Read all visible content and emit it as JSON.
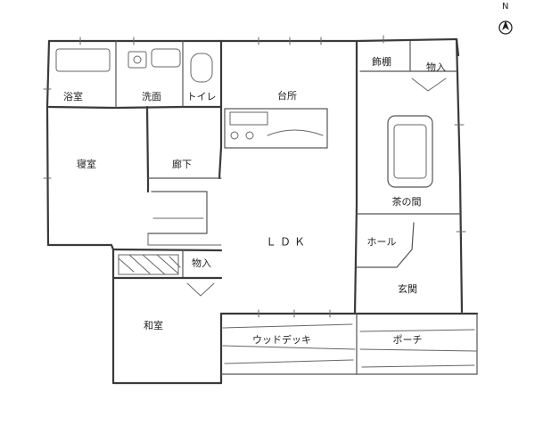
{
  "compass": {
    "label": "N",
    "icon": "north-arrow-icon"
  },
  "rooms": {
    "bath": "浴室",
    "washroom": "洗面",
    "toilet": "トイレ",
    "kitchen": "台所",
    "shelf": "飾棚",
    "storage_top": "物入",
    "bedroom": "寝室",
    "hallway": "廊下",
    "ldk": "ＬＤＫ",
    "tea_room": "茶の間",
    "hall": "ホール",
    "storage_mid": "物入",
    "entrance": "玄関",
    "japanese_room": "和室",
    "wood_deck": "ウッドデッキ",
    "porch": "ポーチ"
  }
}
